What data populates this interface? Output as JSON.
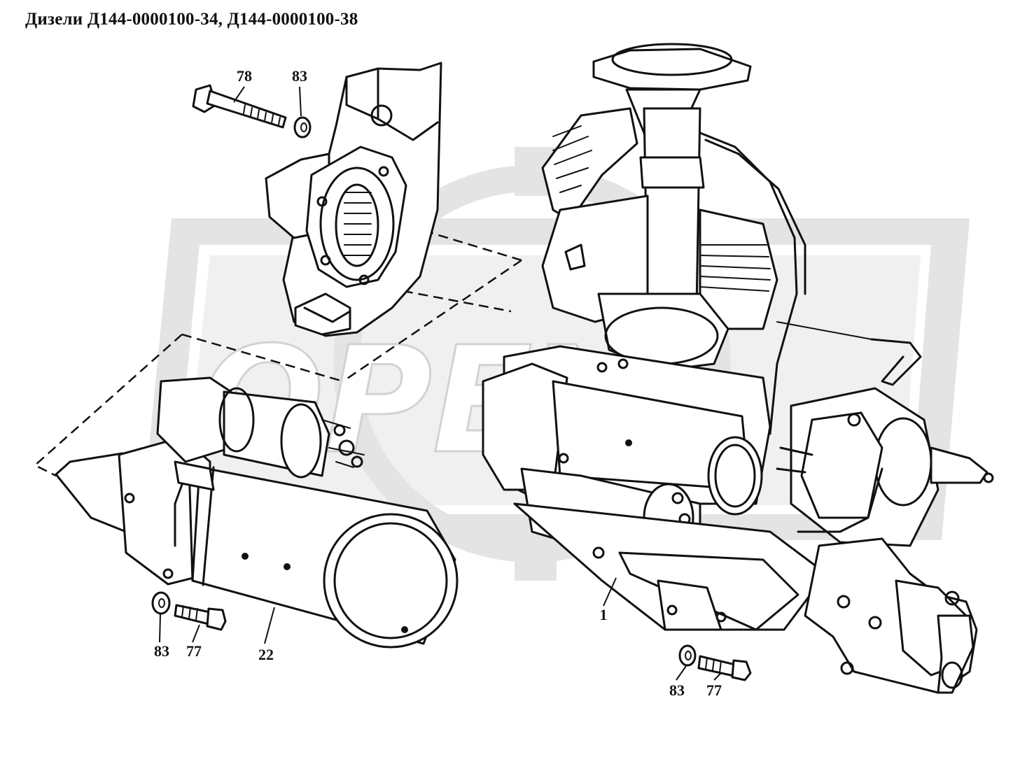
{
  "title": "Дизели Д144-0000100-34, Д144-0000100-38",
  "watermark": {
    "text": "ОРЕХ",
    "color": "#e4e4e4"
  },
  "callouts": {
    "c78": "78",
    "c83_top": "83",
    "c83_left": "83",
    "c77_left": "77",
    "c22": "22",
    "c1": "1",
    "c83_right": "83",
    "c77_right": "77"
  },
  "colors": {
    "line": "#111111",
    "background": "#ffffff",
    "watermark": "#e4e4e4"
  }
}
